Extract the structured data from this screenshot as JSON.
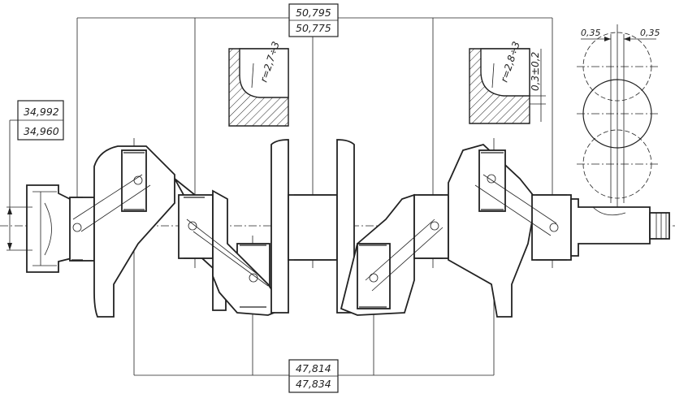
{
  "main_journal_tolerance": {
    "upper": "50,795",
    "lower": "50,775"
  },
  "rod_journal_tolerance": {
    "upper": "47,814",
    "lower": "47,834"
  },
  "front_end_tolerance": {
    "upper": "34,992",
    "lower": "34,960"
  },
  "fillet_left": "r=2,7÷3",
  "fillet_right": "r=2,8÷3",
  "fillet_depth": "0,3±0,2",
  "offset_left": "0,35",
  "offset_right": "0,35"
}
